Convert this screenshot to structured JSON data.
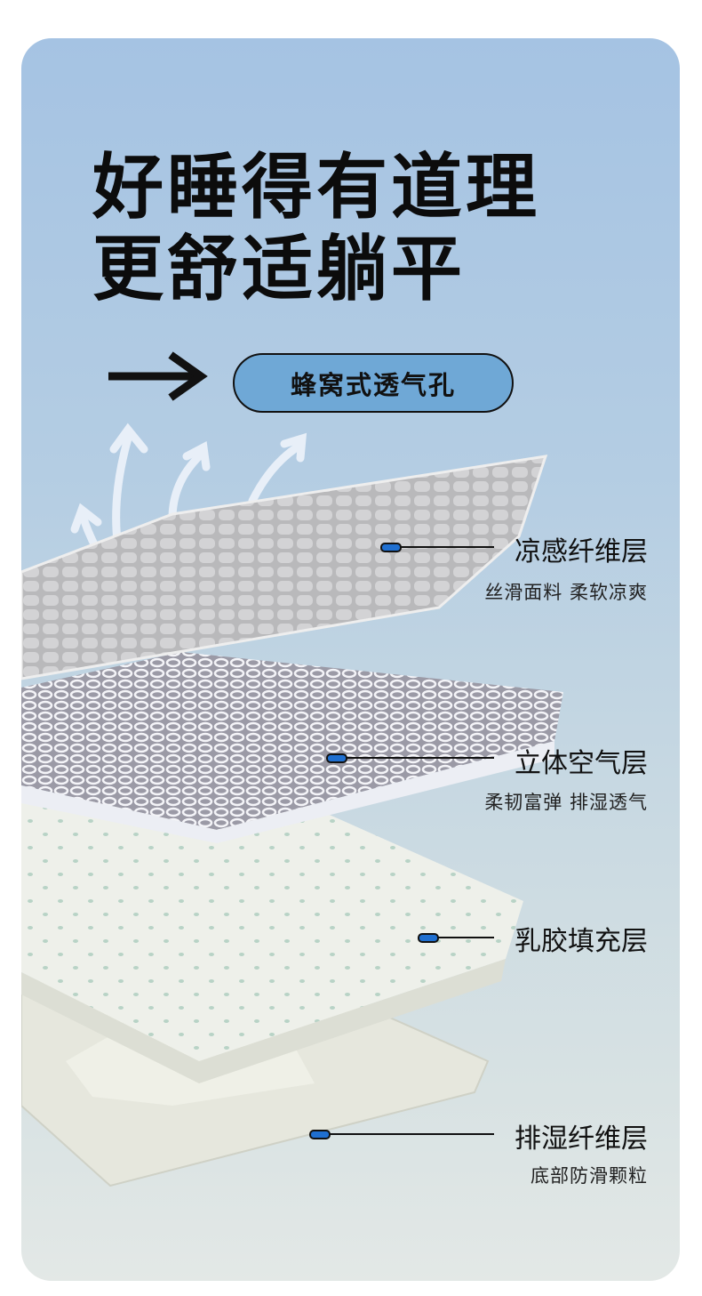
{
  "headline": {
    "line1": "好睡得有道理",
    "line2": "更舒适躺平"
  },
  "badge": {
    "label": "蜂窝式透气孔",
    "icon": "arrow-right-icon"
  },
  "layers": [
    {
      "title": "凉感纤维层",
      "subtitle": "丝滑面料 柔软凉爽"
    },
    {
      "title": "立体空气层",
      "subtitle": "柔韧富弹 排湿透气"
    },
    {
      "title": "乳胶填充层"
    },
    {
      "title": "排湿纤维层",
      "subtitle": "底部防滑颗粒"
    }
  ],
  "colors": {
    "accent": "#6fa8d6",
    "marker": "#1f6fd0"
  }
}
